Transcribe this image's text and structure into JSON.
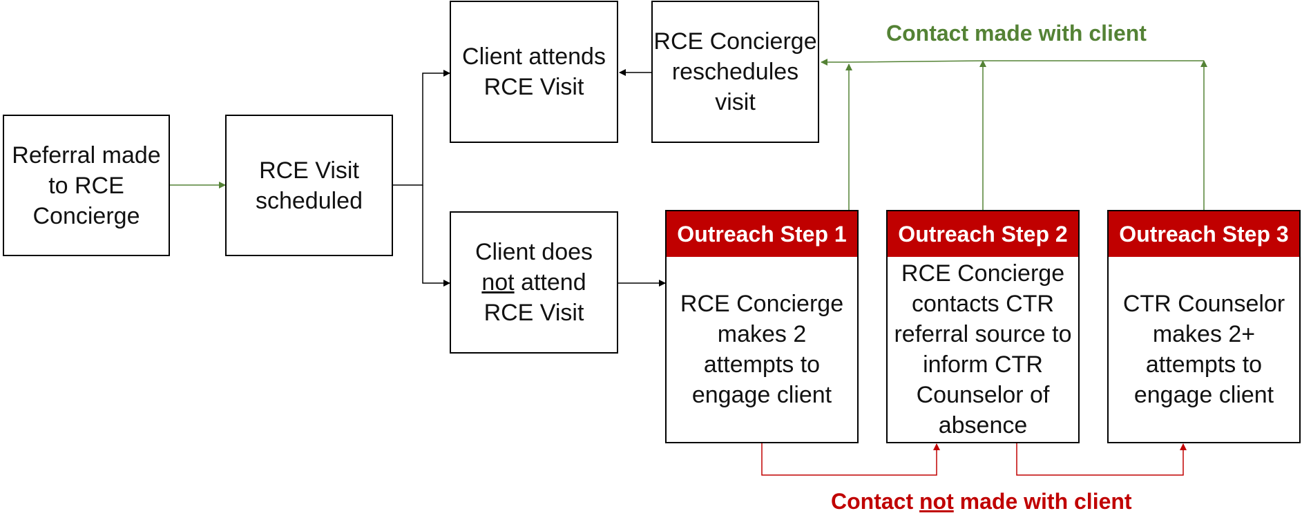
{
  "boxes": {
    "referral": {
      "lines": [
        "Referral made",
        "to RCE",
        "Concierge"
      ]
    },
    "scheduled": {
      "lines": [
        "RCE Visit",
        "scheduled"
      ]
    },
    "attends": {
      "lines": [
        "Client attends",
        "RCE Visit"
      ]
    },
    "reschedules": {
      "lines": [
        "RCE Concierge",
        "reschedules",
        "visit"
      ]
    },
    "not_attend": {
      "line1": "Client does",
      "line2_underlined": "not",
      "line2_rest": " attend",
      "line3": "RCE Visit"
    }
  },
  "steps": [
    {
      "header": "Outreach Step 1",
      "lines": [
        "RCE Concierge",
        "makes 2",
        "attempts to",
        "engage client"
      ]
    },
    {
      "header": "Outreach Step 2",
      "lines": [
        "RCE Concierge",
        "contacts CTR",
        "referral source",
        "to inform CTR",
        "Counselor of",
        "absence"
      ]
    },
    {
      "header": "Outreach Step 3",
      "lines": [
        "CTR Counselor",
        "makes 2+",
        "attempts to",
        "engage client"
      ]
    }
  ],
  "labels": {
    "contact_made": "Contact made with client",
    "contact_not_before": "Contact ",
    "contact_not_underlined": "not",
    "contact_not_after": " made with client"
  },
  "colors": {
    "green": "#548235",
    "red": "#c00000",
    "black": "#000000"
  }
}
